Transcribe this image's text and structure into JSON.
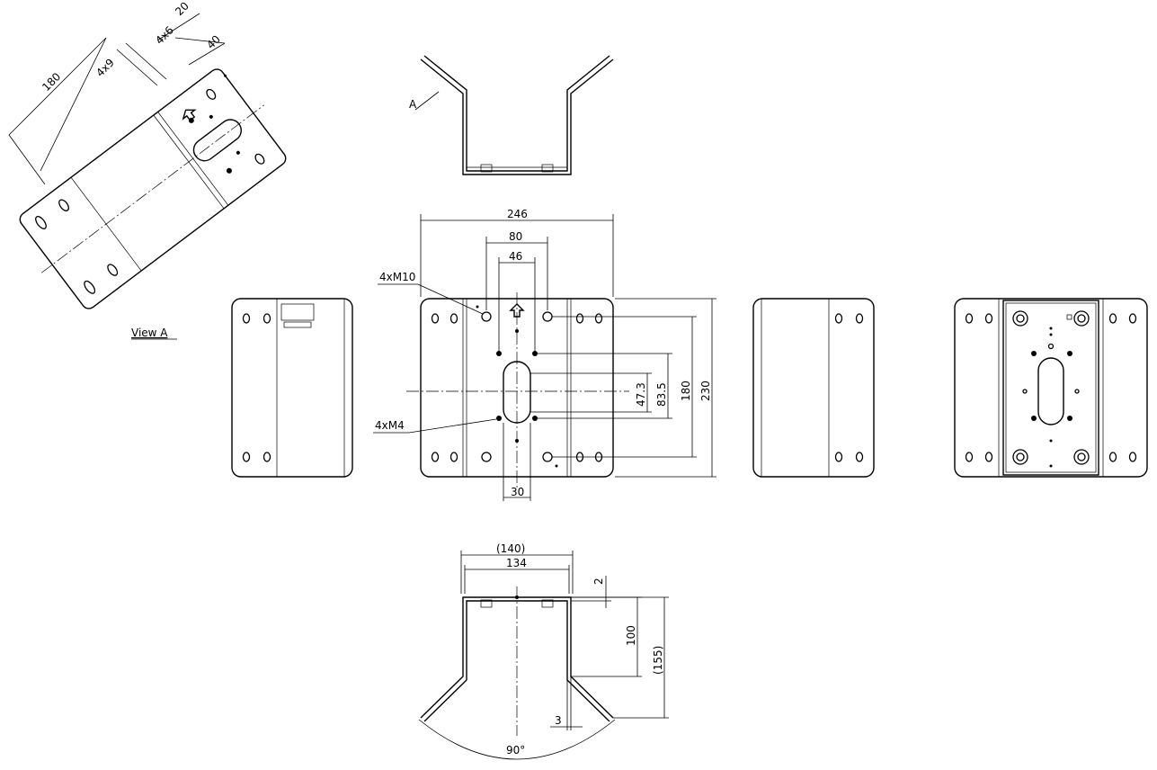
{
  "views": {
    "view_a": {
      "label": "View A",
      "marker": "A",
      "dims": {
        "w180": "180",
        "w4x9": "4x9",
        "w4x6": "4x6",
        "w20": "20",
        "w40": "40"
      }
    },
    "front": {
      "dims": {
        "width_total": "246",
        "hole_spacing": "80",
        "inner_spacing": "46",
        "slot_width": "30",
        "slot_len": "47.3",
        "m4_spacing": "83.5",
        "m10_spacing": "180",
        "height_total": "230"
      },
      "callouts": {
        "m10": "4xM10",
        "m4": "4xM4"
      }
    },
    "bottom": {
      "dims": {
        "outer_width": "(140)",
        "inner_width": "134",
        "thickness": "2",
        "height": "100",
        "total_height": "(155)",
        "gap": "3",
        "angle": "90°"
      }
    }
  },
  "colors": {
    "line": "#000000",
    "background": "#ffffff"
  }
}
